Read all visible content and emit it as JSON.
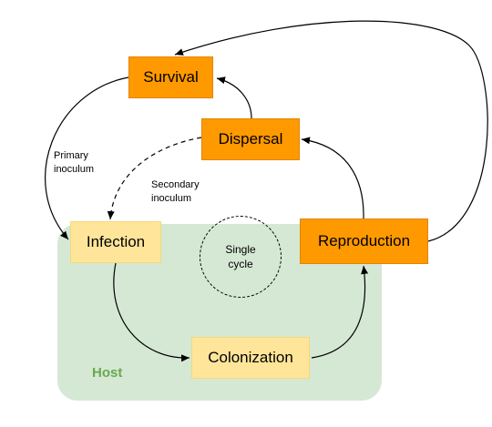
{
  "nodes": {
    "survival": "Survival",
    "dispersal": "Dispersal",
    "infection": "Infection",
    "reproduction": "Reproduction",
    "colonization": "Colonization"
  },
  "region": {
    "host": "Host"
  },
  "single_cycle": "Single\ncycle",
  "edge_labels": {
    "primary_inoculum": "Primary\ninoculum",
    "secondary_inoculum": "Secondary\ninoculum"
  },
  "colors": {
    "host_fill": "#d5e8d4",
    "host_text": "#6aa84f",
    "stage_dark": "#ff9900",
    "stage_light": "#ffe599"
  }
}
